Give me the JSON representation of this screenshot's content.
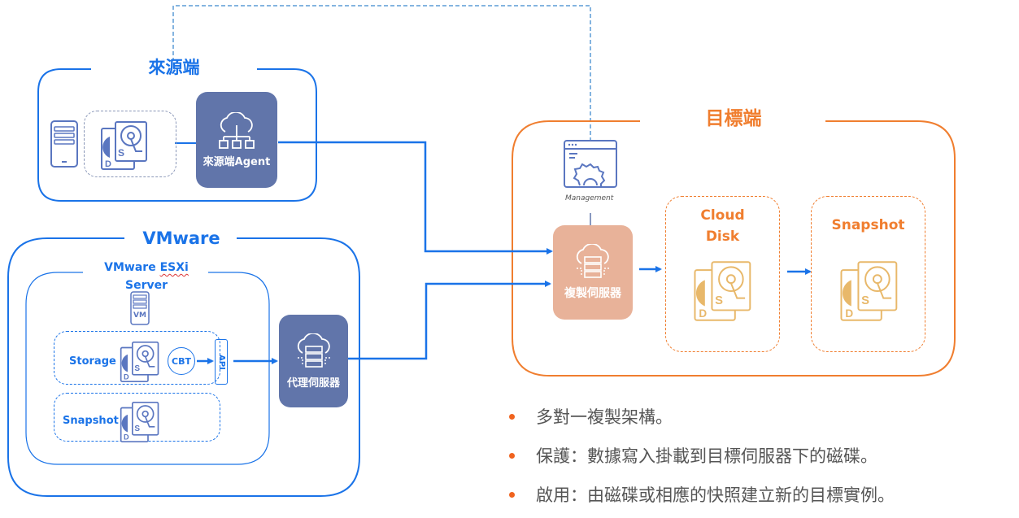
{
  "colors": {
    "blue": "#1a73e8",
    "node_blue": "#6175aa",
    "orange": "#f07e2f",
    "node_peach": "#e8b299",
    "disk_gold": "#e8b86a",
    "icon_blue": "#5a76c0",
    "dash_blue": "#5b9bd5"
  },
  "source": {
    "title": "來源端",
    "agent_label": "來源端Agent",
    "icons": [
      "server-phone-icon",
      "disk-pair-icon",
      "cloud-network-icon"
    ]
  },
  "vmware": {
    "title": "VMware",
    "esxi_title_line1": "VMware ESXi",
    "esxi_title_line2": "Server",
    "vm_label": "VM",
    "storage_label": "Storage",
    "snapshot_label": "Snapshot",
    "cbt_label": "CBT",
    "api_label": "API",
    "proxy_label": "代理伺服器"
  },
  "target": {
    "title": "目標端",
    "management_label": "Management",
    "replication_label": "複製伺服器",
    "cloud_disk_line1": "Cloud",
    "cloud_disk_line2": "Disk",
    "snapshot_label": "Snapshot"
  },
  "bullets": [
    "多對一複製架構。",
    "保護：數據寫入掛載到目標伺服器下的磁碟。",
    "啟用：由磁碟或相應的快照建立新的目標實例。"
  ]
}
